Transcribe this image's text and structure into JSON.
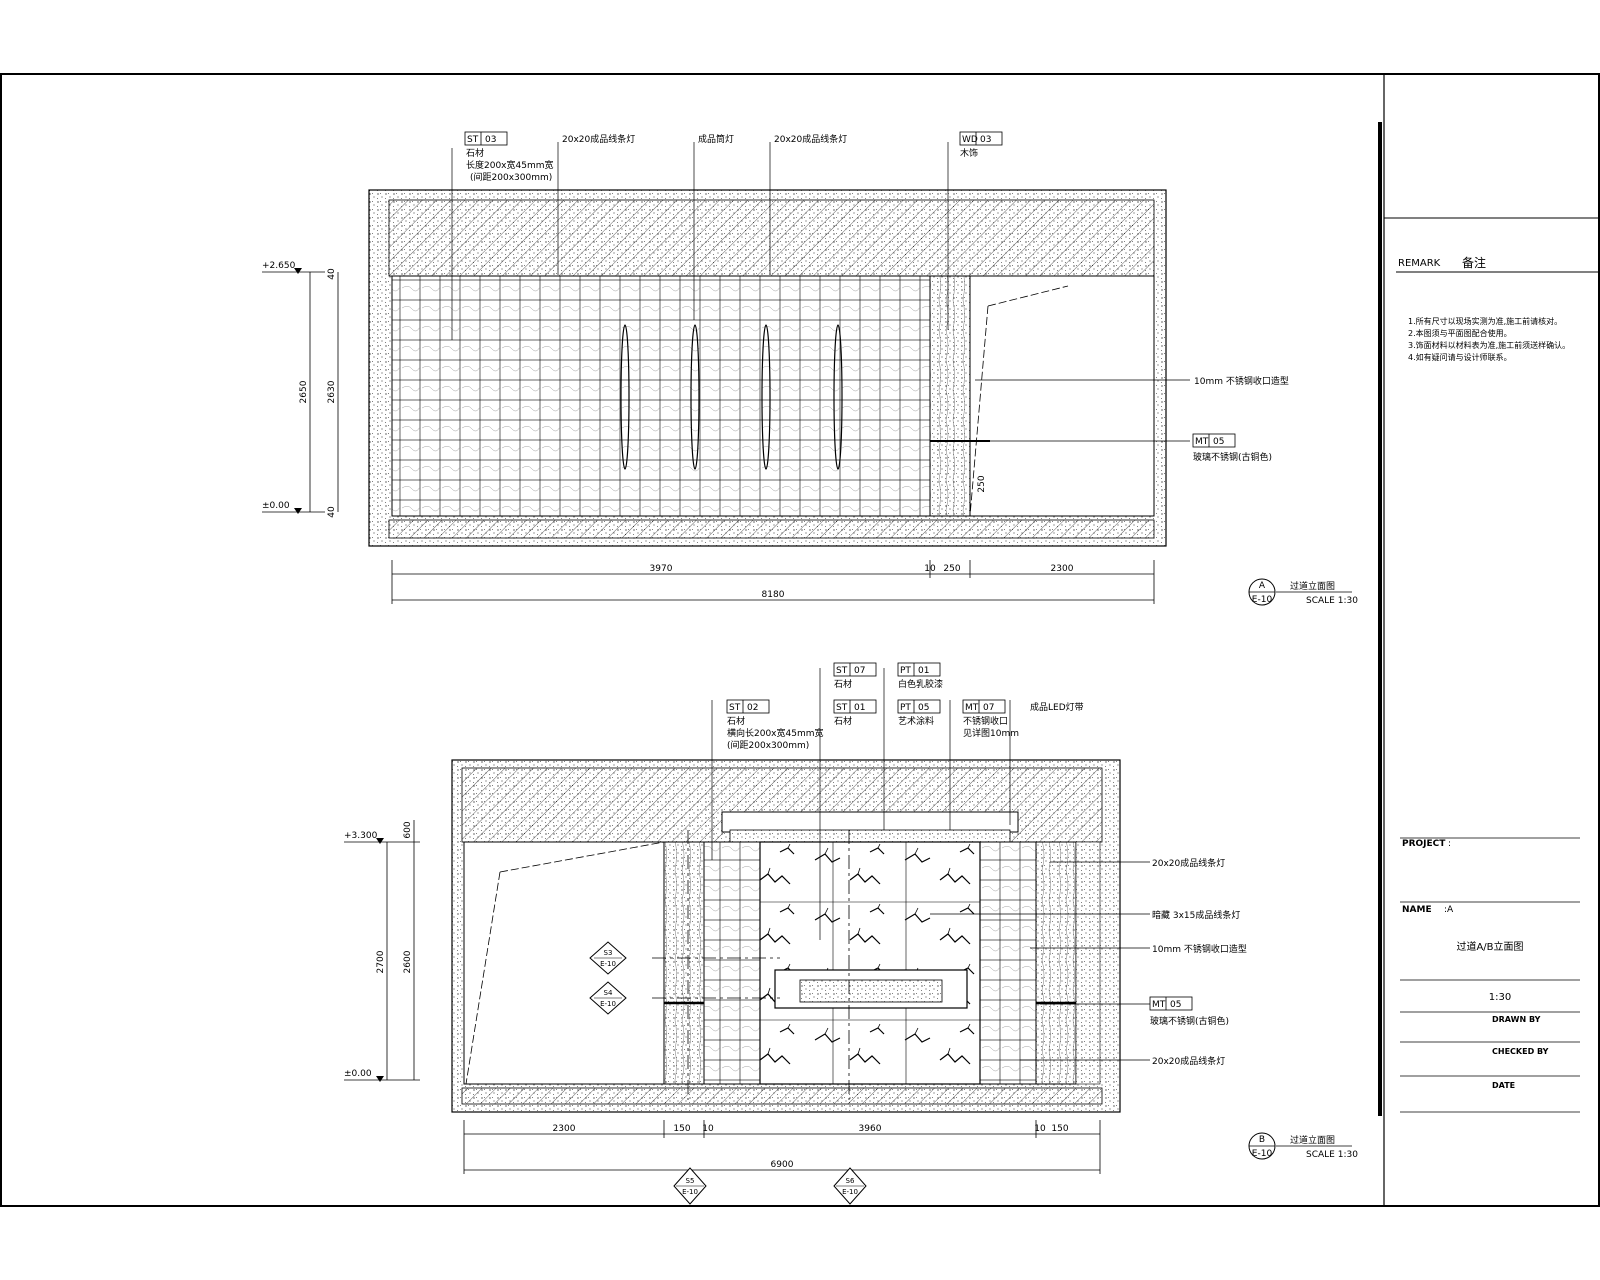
{
  "title_block": {
    "remark_label": "REMARK",
    "remark_cn": "备注",
    "remark_lines": [
      "1.所有尺寸以现场实测为准,施工前请核对。",
      "2.本图须与平面图配合使用。",
      "3.饰面材料以材料表为准,施工前须送样确认。",
      "4.如有疑问请与设计师联系。"
    ],
    "project_label": "PROJECT",
    "project_value": ":",
    "name_label": "NAME",
    "name_value": ":A",
    "drawing_name": "过道A/B立面图",
    "scale_value": "1:30",
    "drawn_by_label": "DRAWN BY",
    "checked_by_label": "CHECKED BY",
    "date_label": "DATE"
  },
  "elevation_a": {
    "title": "过道立面图",
    "scale": "SCALE 1:30",
    "symbol_top": "A",
    "symbol_bottom": "E-10",
    "dims_bottom": [
      "3970",
      "10",
      "250",
      "2300"
    ],
    "dim_total": "8180",
    "dims_left_outer": "2650",
    "dims_left_inner": "2630",
    "dim_small_top": "40",
    "dim_small_bottom": "40",
    "level_top": "+2.650",
    "level_bottom": "±0.00",
    "dim_inner_small": "250",
    "callouts": [
      {
        "tag": "ST",
        "code": "03",
        "text": [
          "石材",
          "长度200x宽45mm宽",
          "(间距200x300mm)"
        ]
      },
      {
        "tag": "",
        "code": "",
        "text": [
          "20x20成品线条灯"
        ]
      },
      {
        "tag": "",
        "code": "",
        "text": [
          "成品筒灯"
        ]
      },
      {
        "tag": "",
        "code": "",
        "text": [
          "20x20成品线条灯"
        ]
      },
      {
        "tag": "WD",
        "code": "03",
        "text": [
          "木饰"
        ]
      }
    ],
    "right_callouts": [
      {
        "tag": "",
        "code": "",
        "text": "10mm 不锈钢收口造型"
      },
      {
        "tag": "MT",
        "code": "05",
        "text": "玻璃不锈钢(古铜色)"
      }
    ]
  },
  "elevation_b": {
    "title": "过道立面图",
    "scale": "SCALE 1:30",
    "symbol_top": "B",
    "symbol_bottom": "E-10",
    "dims_bottom": [
      "2300",
      "150",
      "10",
      "3960",
      "10",
      "150"
    ],
    "dim_total": "6900",
    "dims_left_outer": "2700",
    "dims_left_inner": "2600",
    "dim_small_top": "600",
    "level_top": "+3.300",
    "level_bottom": "±0.00",
    "callouts": [
      {
        "tag": "ST",
        "code": "02",
        "text": [
          "石材",
          "横向长200x宽45mm宽",
          "(间距200x300mm)"
        ]
      },
      {
        "tag": "ST",
        "code": "07",
        "text": [
          "石材"
        ]
      },
      {
        "tag": "ST",
        "code": "01",
        "text": [
          "石材"
        ]
      },
      {
        "tag": "PT",
        "code": "01",
        "text": [
          "白色乳胶漆"
        ]
      },
      {
        "tag": "PT",
        "code": "05",
        "text": [
          "艺术涂料"
        ]
      },
      {
        "tag": "MT",
        "code": "07",
        "text": [
          "不锈钢收口",
          "见详图10mm"
        ]
      },
      {
        "tag": "",
        "code": "",
        "text": [
          "成品LED灯带"
        ]
      }
    ],
    "right_callouts": [
      {
        "tag": "",
        "code": "",
        "text": "20x20成品线条灯"
      },
      {
        "tag": "",
        "code": "",
        "text": "暗藏 3x15成品线条灯"
      },
      {
        "tag": "",
        "code": "",
        "text": "10mm 不锈钢收口造型"
      },
      {
        "tag": "MT",
        "code": "05",
        "text": "玻璃不锈钢(古铜色)"
      },
      {
        "tag": "",
        "code": "",
        "text": "20x20成品线条灯"
      }
    ],
    "section_marks": [
      {
        "top": "S3",
        "bottom": "E-10"
      },
      {
        "top": "S4",
        "bottom": "E-10"
      },
      {
        "top": "S5",
        "bottom": "E-10"
      },
      {
        "top": "S6",
        "bottom": "E-10"
      }
    ]
  }
}
